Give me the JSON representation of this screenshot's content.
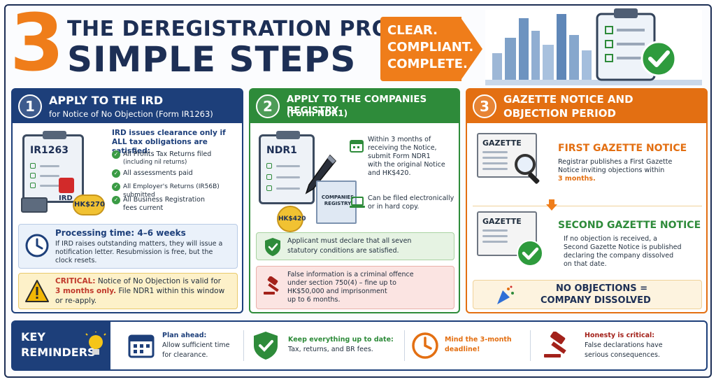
{
  "header": {
    "big_number": "3",
    "title_line1": "THE DEREGISTRATION PROCESS",
    "title_line2": "SIMPLE STEPS",
    "tagline": [
      "CLEAR.",
      "COMPLIANT.",
      "COMPLETE."
    ]
  },
  "step1": {
    "number": "1",
    "title": "APPLY TO THE IRD",
    "subtitle": "for Notice of No Objection (Form IR1263)",
    "form_label": "IR1263",
    "logo_text": "IRD",
    "fee": "HK$270",
    "intro": "IRD issues clearance only if",
    "intro_bold": "ALL tax obligations are satisfied:",
    "items": [
      "All Profits Tax Returns filed",
      "(including nil returns)",
      "All assessments paid",
      "All Employer's Returns (IR56B) submitted",
      "All Business Registration",
      "fees current"
    ],
    "processing_title": "Processing time: 4–6 weeks",
    "processing_text": [
      "If IRD raises outstanding matters, they will issue a",
      "notification letter. Resubmission is free, but the",
      "clock resets."
    ],
    "critical_label": "CRITICAL:",
    "critical_line1": "Notice of No Objection is valid for",
    "critical_bold": "3 months only.",
    "critical_line2": "File NDR1 within this window",
    "critical_line3": "or re-apply."
  },
  "step2": {
    "number": "2",
    "title": "APPLY TO THE COMPANIES REGISTRY",
    "subtitle": "(Form NDR1)",
    "form_label": "NDR1",
    "fee": "HK$420",
    "building_label": [
      "COMPANIES",
      "REGISTRY"
    ],
    "info1": [
      "Within 3 months of",
      "receiving the Notice,",
      "submit Form NDR1",
      "with the original Notice",
      "and HK$420."
    ],
    "info2": [
      "Can be filed electronically",
      "or in hard copy."
    ],
    "declare": [
      "Applicant must declare that all seven",
      "statutory conditions are satisfied."
    ],
    "warning": [
      "False information is a criminal offence",
      "under section 750(4) – fine up to",
      "HK$50,000 and imprisonment",
      "up to 6 months."
    ]
  },
  "step3": {
    "number": "3",
    "title_line1": "GAZETTE NOTICE AND",
    "title_line2": "OBJECTION PERIOD",
    "gazette_label": "GAZETTE",
    "first_title": "FIRST GAZETTE NOTICE",
    "first_text": [
      "Registrar publishes a First Gazette",
      "Notice inviting objections within"
    ],
    "first_bold": "3 months.",
    "second_title": "SECOND GAZETTE NOTICE",
    "second_text": [
      "If no objection is received, a",
      "Second Gazette Notice is published",
      "declaring the company dissolved",
      "on that date."
    ],
    "result_line1": "NO OBJECTIONS =",
    "result_line2": "COMPANY DISSOLVED"
  },
  "footer": {
    "label_line1": "KEY",
    "label_line2": "REMINDERS",
    "items": [
      {
        "title": "Plan ahead:",
        "text": [
          "Allow sufficient time",
          "for clearance."
        ]
      },
      {
        "title": "Keep everything up to date:",
        "text": [
          "Tax, returns, and BR fees."
        ]
      },
      {
        "title": "Mind the 3-month",
        "text": [
          "deadline!"
        ]
      },
      {
        "title": "Honesty is critical:",
        "text": [
          "False declarations have",
          "serious consequences."
        ]
      }
    ]
  },
  "colors": {
    "navy": "#1d2f55",
    "orange": "#ef7d1a",
    "blue": "#1d3f7a",
    "green": "#2e8b3a",
    "red": "#c0392b"
  }
}
